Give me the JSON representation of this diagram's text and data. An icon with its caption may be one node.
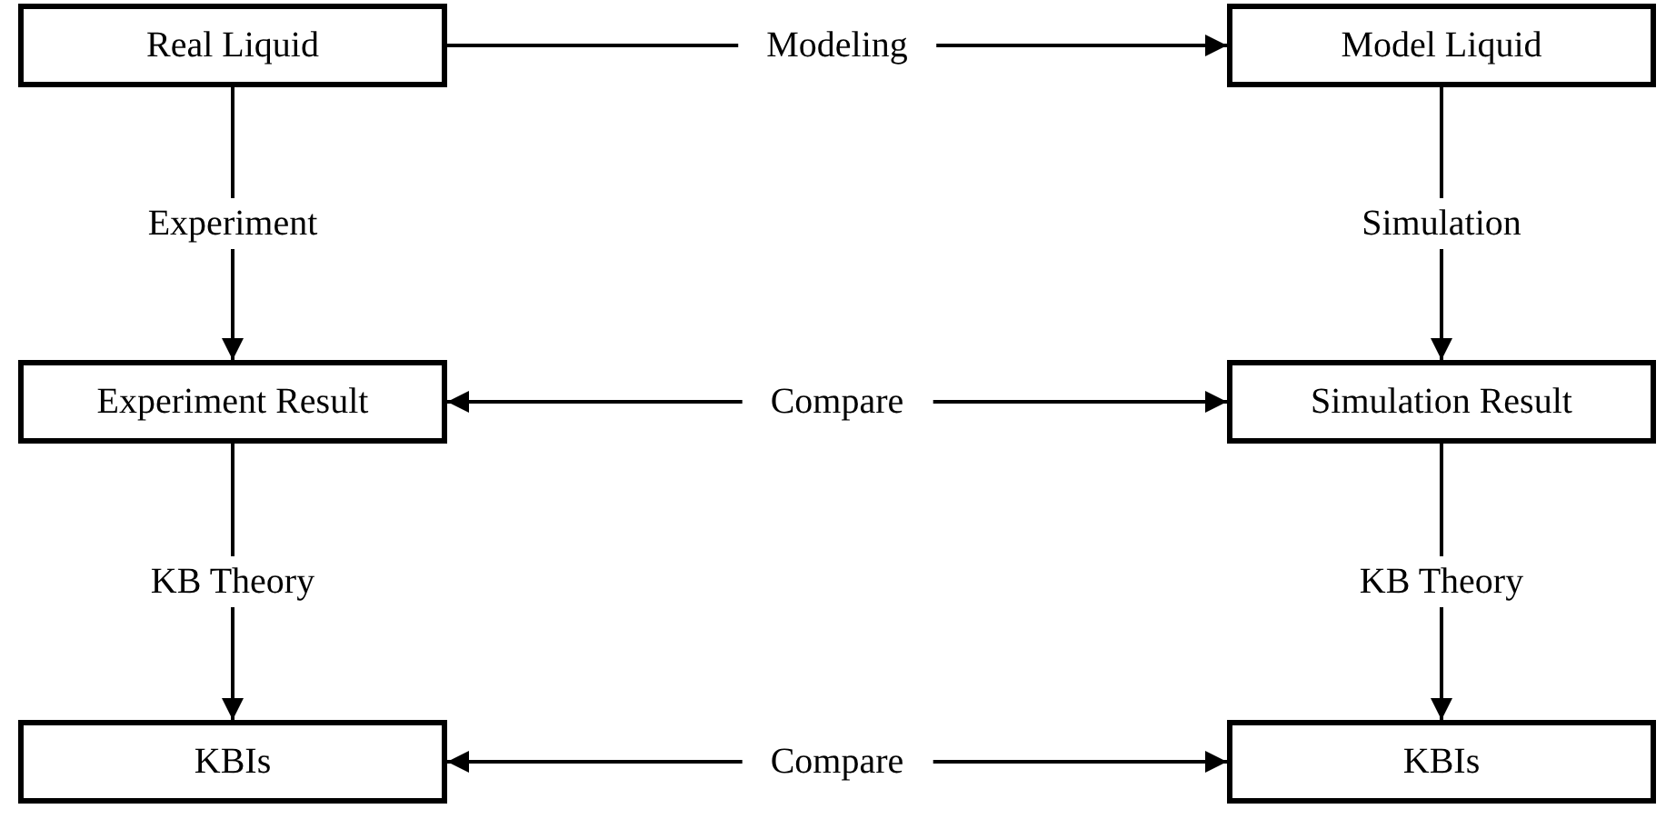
{
  "diagram": {
    "nodes": [
      {
        "text": [
          "Real Liquid"
        ]
      },
      {
        "text": [
          "Model Liquid"
        ]
      },
      {
        "text": [
          "Experiment Result"
        ]
      },
      {
        "text": [
          "Simulation Result"
        ]
      },
      {
        "text": [
          "KBIs"
        ]
      },
      {
        "text": [
          "KBIs"
        ]
      }
    ],
    "edges": [
      {
        "from": 0,
        "to": 1,
        "arrow": "to",
        "label": "Modeling"
      },
      {
        "from": 0,
        "to": 2,
        "arrow": "to",
        "label": "Experiment"
      },
      {
        "from": 1,
        "to": 3,
        "arrow": "to",
        "label": "Simulation"
      },
      {
        "from": 2,
        "to": 3,
        "arrow": "both",
        "label": "Compare"
      },
      {
        "from": 2,
        "to": 4,
        "arrow": "to",
        "label": "KB Theory"
      },
      {
        "from": 3,
        "to": 5,
        "arrow": "to",
        "label": "KB Theory"
      },
      {
        "from": 4,
        "to": 5,
        "arrow": "both",
        "label": "Compare"
      }
    ]
  }
}
